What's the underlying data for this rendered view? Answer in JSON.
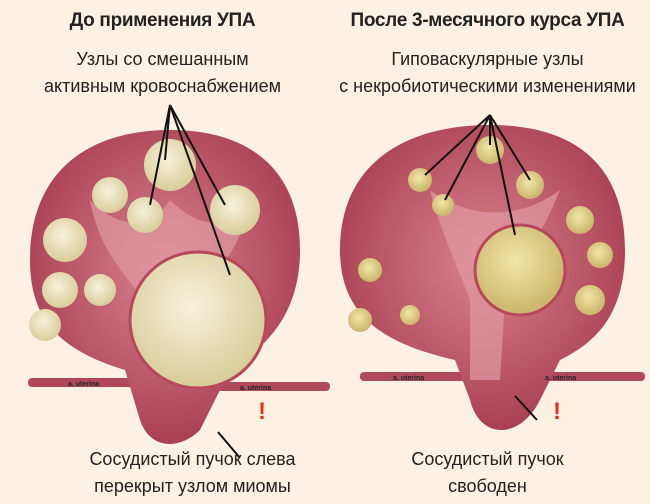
{
  "left": {
    "title": "До применения УПА",
    "subtitle_line1": "Узлы со смешанным",
    "subtitle_line2": "активным кровоснабжением",
    "bottom_line1": "Сосудистый пучок слева",
    "bottom_line2": "перекрыт узлом миомы",
    "artery_label_left": "a. uterina",
    "artery_label_right": "a. uterina"
  },
  "right": {
    "title": "После 3-месячного курса УПА",
    "subtitle_line1": "Гиповаскулярные узлы",
    "subtitle_line2": "с некробиотическими изменениями",
    "bottom_line1": "Сосудистый пучок",
    "bottom_line2": "свободен",
    "artery_label_left": "a. uterina",
    "artery_label_right": "a. uterina"
  },
  "warning_mark": "!",
  "colors": {
    "background": "#fdf1e3",
    "uterus": "#b8475a",
    "cavity": "#d9828f",
    "node": "#efe6c4",
    "warning": "#e0321c"
  }
}
